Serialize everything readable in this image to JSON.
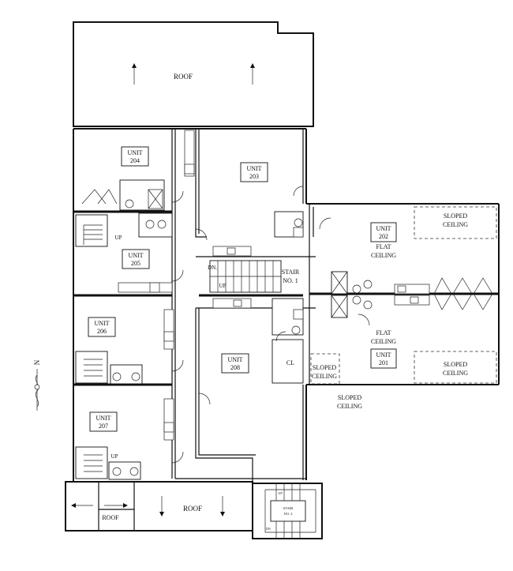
{
  "labels": {
    "roof_top": "ROOF",
    "roof_bottom_left": "ROOF",
    "roof_bottom_right": "ROOF",
    "unit_word": "UNIT",
    "unit_204": "204",
    "unit_203": "203",
    "unit_205": "205",
    "unit_202": "202",
    "unit_206": "206",
    "unit_208": "208",
    "unit_201": "201",
    "unit_207": "207",
    "sloped_1": "SLOPED",
    "ceiling_1": "CEILING",
    "sloped_2": "SLOPED",
    "ceiling_2": "CEILING",
    "sloped_3": "SLOPED",
    "ceiling_3": "CEILING",
    "sloped_4": "SLOPED",
    "ceiling_4": "CEILING",
    "flat_1": "FLAT",
    "flat_ceiling_1": "CEILING",
    "flat_2": "FLAT",
    "flat_ceiling_2": "CEILING",
    "stair_1": "STAIR",
    "stair_1_no": "NO. 1",
    "stair_2": "STAIR",
    "stair_2_no": "NO. 2",
    "up_205": "UP",
    "up_stair1": "UP",
    "dn_stair1": "DN.",
    "up_207": "UP",
    "up_stair2": "UP",
    "dn_stair2": "DN",
    "cl": "CL",
    "north": "N"
  },
  "colors": {
    "line": "#111111",
    "background": "#ffffff"
  }
}
